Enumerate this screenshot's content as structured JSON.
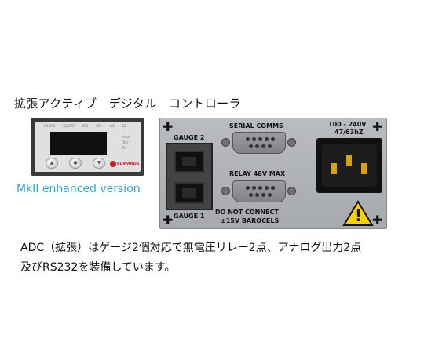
{
  "title": "拡張アクティブ　デジタル　コントローラ",
  "mkii_label": "MkII enhanced version",
  "front_panel": {
    "led_labels": [
      "G1 SP1",
      "G2 SP2",
      "SP3",
      "SP4",
      "G1",
      "G2"
    ],
    "side_labels": [
      "mbar",
      "Torr",
      "Pa"
    ],
    "key_glyphs": [
      "▲",
      "●",
      "▼"
    ],
    "logo_text": "EDWARDS"
  },
  "rear_panel": {
    "gauge2_label": "GAUGE 2",
    "gauge1_label": "GAUGE 1",
    "serial_label": "SERIAL COMMS",
    "relay_label": "RELAY 48V MAX",
    "do_not_connect_label": "DO NOT CONNECT",
    "barocels_label": "±15V BAROCELS",
    "voltage_label": "100 - 240V",
    "frequency_label": "47/63hZ",
    "warning_icon_glyph": "!"
  },
  "description_line1": "ADC（拡張）はゲージ2個対応で無電圧リレー2点、アナログ出力2点",
  "description_line2": "及びRS232を装備しています。",
  "colors": {
    "mkii_text": "#29a8d6",
    "panel": "#adb0b4",
    "logo": "#c41e2a",
    "warning_fill": "#f5d200"
  }
}
